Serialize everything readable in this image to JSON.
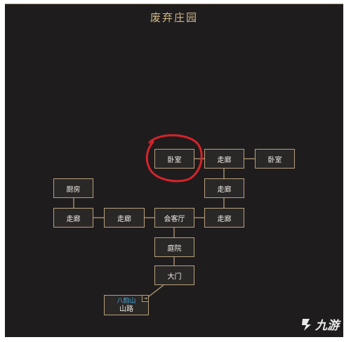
{
  "map": {
    "title": "废弃庄园",
    "rooms": {
      "bedroom_left": "卧室",
      "bedroom_right": "卧室",
      "corridor_top": "走廊",
      "corridor_mid": "走廊",
      "corridor_low": "走廊",
      "corridor_left": "走廊",
      "corridor_center": "走廊",
      "kitchen": "厨房",
      "living_room": "会客厅",
      "courtyard": "庭院",
      "gate": "大门",
      "mountain_road": "山路",
      "exit_region": "八韵山"
    }
  },
  "annotation": {
    "color": "#d6232a"
  },
  "watermark": {
    "brand": "九游"
  },
  "colors": {
    "background": "#1f1c1d",
    "room_fill": "#2a2727",
    "room_border": "#b7a07c",
    "title": "#cfb98a",
    "exit_region": "#43a8d9"
  },
  "icons": {
    "exit": "exit-door-icon",
    "logo": "jiuyou-logo-icon"
  }
}
